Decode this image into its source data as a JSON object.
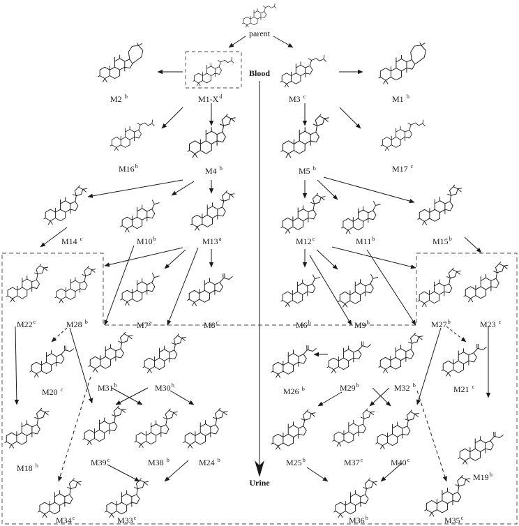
{
  "diagram": {
    "parent_label": "parent",
    "blood_label": "Blood",
    "urine_label": "Urine"
  },
  "colors": {
    "ink": "#1a1a1a",
    "background": "#ffffff"
  },
  "compounds": {
    "M1X": {
      "name": "M1-X",
      "sup": "d"
    },
    "M2": {
      "name": "M2",
      "sup": "b"
    },
    "M3": {
      "name": "M3",
      "sup": "c"
    },
    "M1": {
      "name": "M1",
      "sup": "b"
    },
    "M16": {
      "name": "M16",
      "sup": "b"
    },
    "M4": {
      "name": "M4",
      "sup": "b"
    },
    "M5": {
      "name": "M5",
      "sup": "b"
    },
    "M17": {
      "name": "M17",
      "sup": "c"
    },
    "M14": {
      "name": "M14",
      "sup": "c"
    },
    "M10": {
      "name": "M10",
      "sup": "b"
    },
    "M13": {
      "name": "M13",
      "sup": "a"
    },
    "M12": {
      "name": "M12",
      "sup": "c"
    },
    "M11": {
      "name": "M11",
      "sup": "b"
    },
    "M15": {
      "name": "M15",
      "sup": "b"
    },
    "M22": {
      "name": "M22",
      "sup": "c"
    },
    "M28": {
      "name": "M28",
      "sup": "b"
    },
    "M7": {
      "name": "M7",
      "sup": "a"
    },
    "M8": {
      "name": "M8",
      "sup": "c"
    },
    "M6": {
      "name": "M6",
      "sup": "b"
    },
    "M9": {
      "name": "M9",
      "sup": "b"
    },
    "M27": {
      "name": "M27",
      "sup": "b"
    },
    "M23": {
      "name": "M23",
      "sup": "c"
    },
    "M20": {
      "name": "M20",
      "sup": "c"
    },
    "M31": {
      "name": "M31",
      "sup": "b"
    },
    "M30": {
      "name": "M30",
      "sup": "b"
    },
    "M26": {
      "name": "M26",
      "sup": "b"
    },
    "M29": {
      "name": "M29",
      "sup": "b"
    },
    "M32": {
      "name": "M32",
      "sup": "b"
    },
    "M21": {
      "name": "M21",
      "sup": "c"
    },
    "M18": {
      "name": "M18",
      "sup": "b"
    },
    "M39": {
      "name": "M39",
      "sup": "c"
    },
    "M38": {
      "name": "M38",
      "sup": "b"
    },
    "M24": {
      "name": "M24",
      "sup": "b"
    },
    "M25": {
      "name": "M25",
      "sup": "b"
    },
    "M37": {
      "name": "M37",
      "sup": "c"
    },
    "M40": {
      "name": "M40",
      "sup": "c"
    },
    "M19": {
      "name": "M19",
      "sup": "b"
    },
    "M34": {
      "name": "M34",
      "sup": "c"
    },
    "M33": {
      "name": "M33",
      "sup": "c"
    },
    "M36": {
      "name": "M36",
      "sup": "b"
    },
    "M35": {
      "name": "M35",
      "sup": "c"
    }
  }
}
